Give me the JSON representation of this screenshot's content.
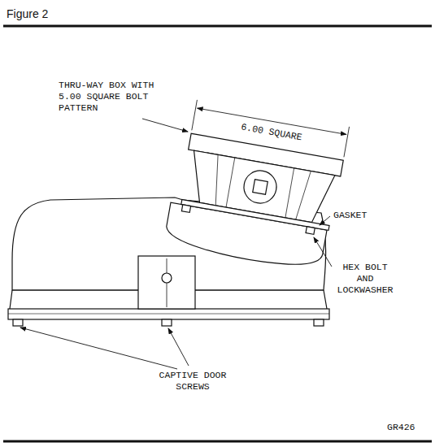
{
  "diagram": {
    "title": "Figure 2",
    "labels": [
      "THRU-WAY BOX WITH 5.00 SQUARE BOLT PATTERN",
      "6.00 SQUARE",
      "GASKET",
      "HEX BOLT AND LOCKWASHER",
      "CAPTIVE DOOR SCREWS",
      "GR426"
    ]
  }
}
